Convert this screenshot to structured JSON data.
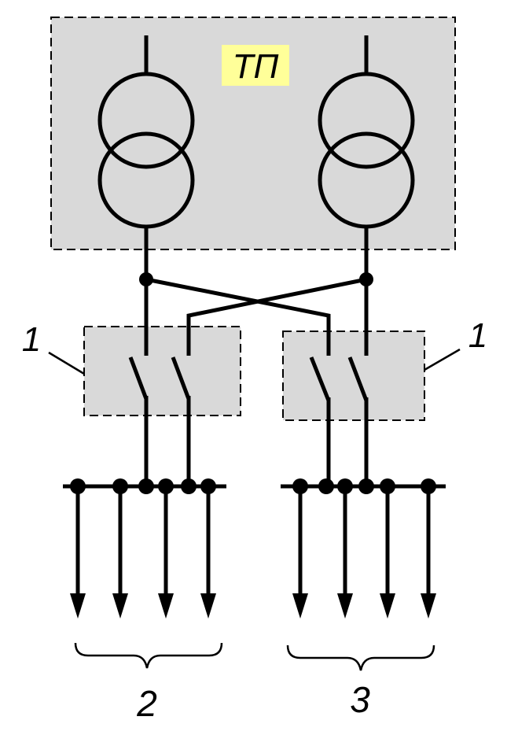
{
  "substation": {
    "label": "ТП",
    "badge_color": "#ffff99",
    "fill_color": "#d9d9d9"
  },
  "labels": {
    "switch_left": "1",
    "switch_right": "1",
    "group_left": "2",
    "group_right": "3"
  }
}
